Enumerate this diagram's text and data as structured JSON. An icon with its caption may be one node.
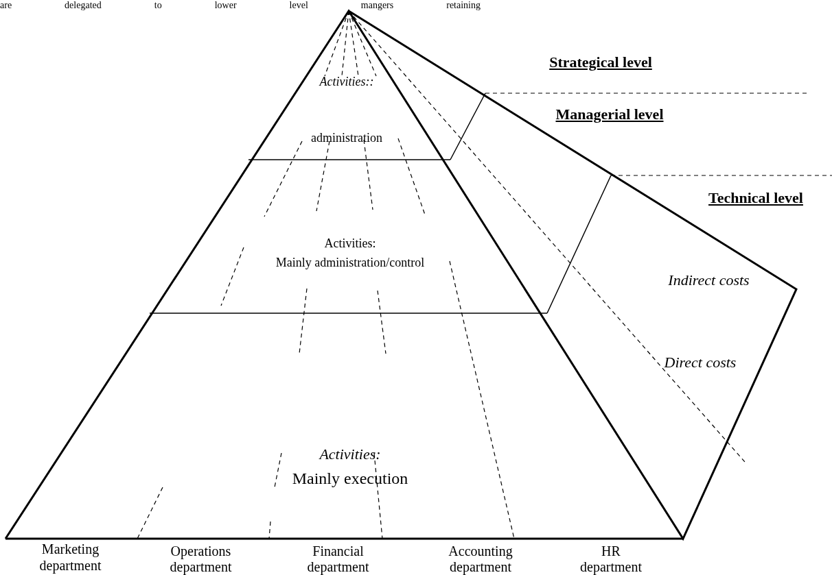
{
  "diagram": {
    "labels": [
      "are delegated to lower level mangers retaining",
      "Strategical level",
      "Activities::",
      "Managerial level",
      "administration",
      "Technical level",
      "Activities:",
      "Mainly administration/control",
      "Indirect costs",
      "Direct costs",
      "Activities:",
      "Mainly execution",
      "Marketing department",
      "Operations department",
      "Financial department",
      "Accounting department",
      "HR department"
    ]
  }
}
